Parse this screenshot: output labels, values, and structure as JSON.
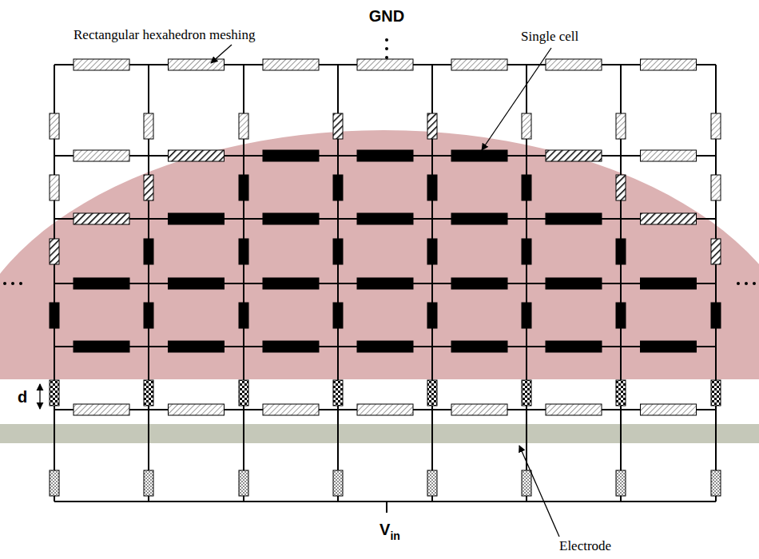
{
  "diagram": {
    "labels": [
      "GND",
      "Rectangular hexahedron meshing",
      "Single cell",
      "d",
      "V",
      "in",
      "Electrode"
    ]
  }
}
